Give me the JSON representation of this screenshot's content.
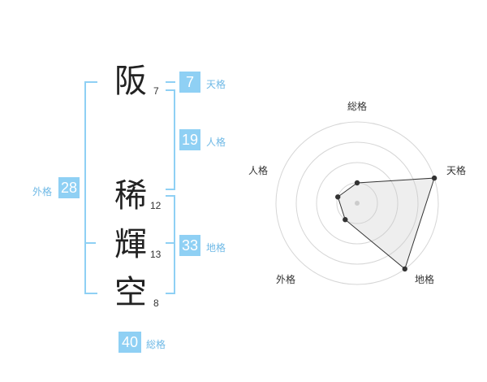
{
  "name": {
    "chars": [
      {
        "char": "阪",
        "strokes": "7"
      },
      {
        "char": "稀",
        "strokes": "12"
      },
      {
        "char": "輝",
        "strokes": "13"
      },
      {
        "char": "空",
        "strokes": "8"
      }
    ]
  },
  "fortune": {
    "tenkaku": {
      "value": "7",
      "label": "天格"
    },
    "jinkaku": {
      "value": "19",
      "label": "人格"
    },
    "chikaku": {
      "value": "33",
      "label": "地格"
    },
    "gaikaku": {
      "value": "28",
      "label": "外格"
    },
    "soukaku": {
      "value": "40",
      "label": "総格"
    }
  },
  "colors": {
    "accent": "#8fd0f4",
    "accent_text": "#6fb9e6"
  },
  "chart_data": {
    "type": "radar",
    "axes": [
      "総格",
      "天格",
      "地格",
      "外格",
      "人格"
    ],
    "rings": 4,
    "max": 4,
    "values": [
      1,
      4,
      4,
      1,
      1
    ]
  }
}
